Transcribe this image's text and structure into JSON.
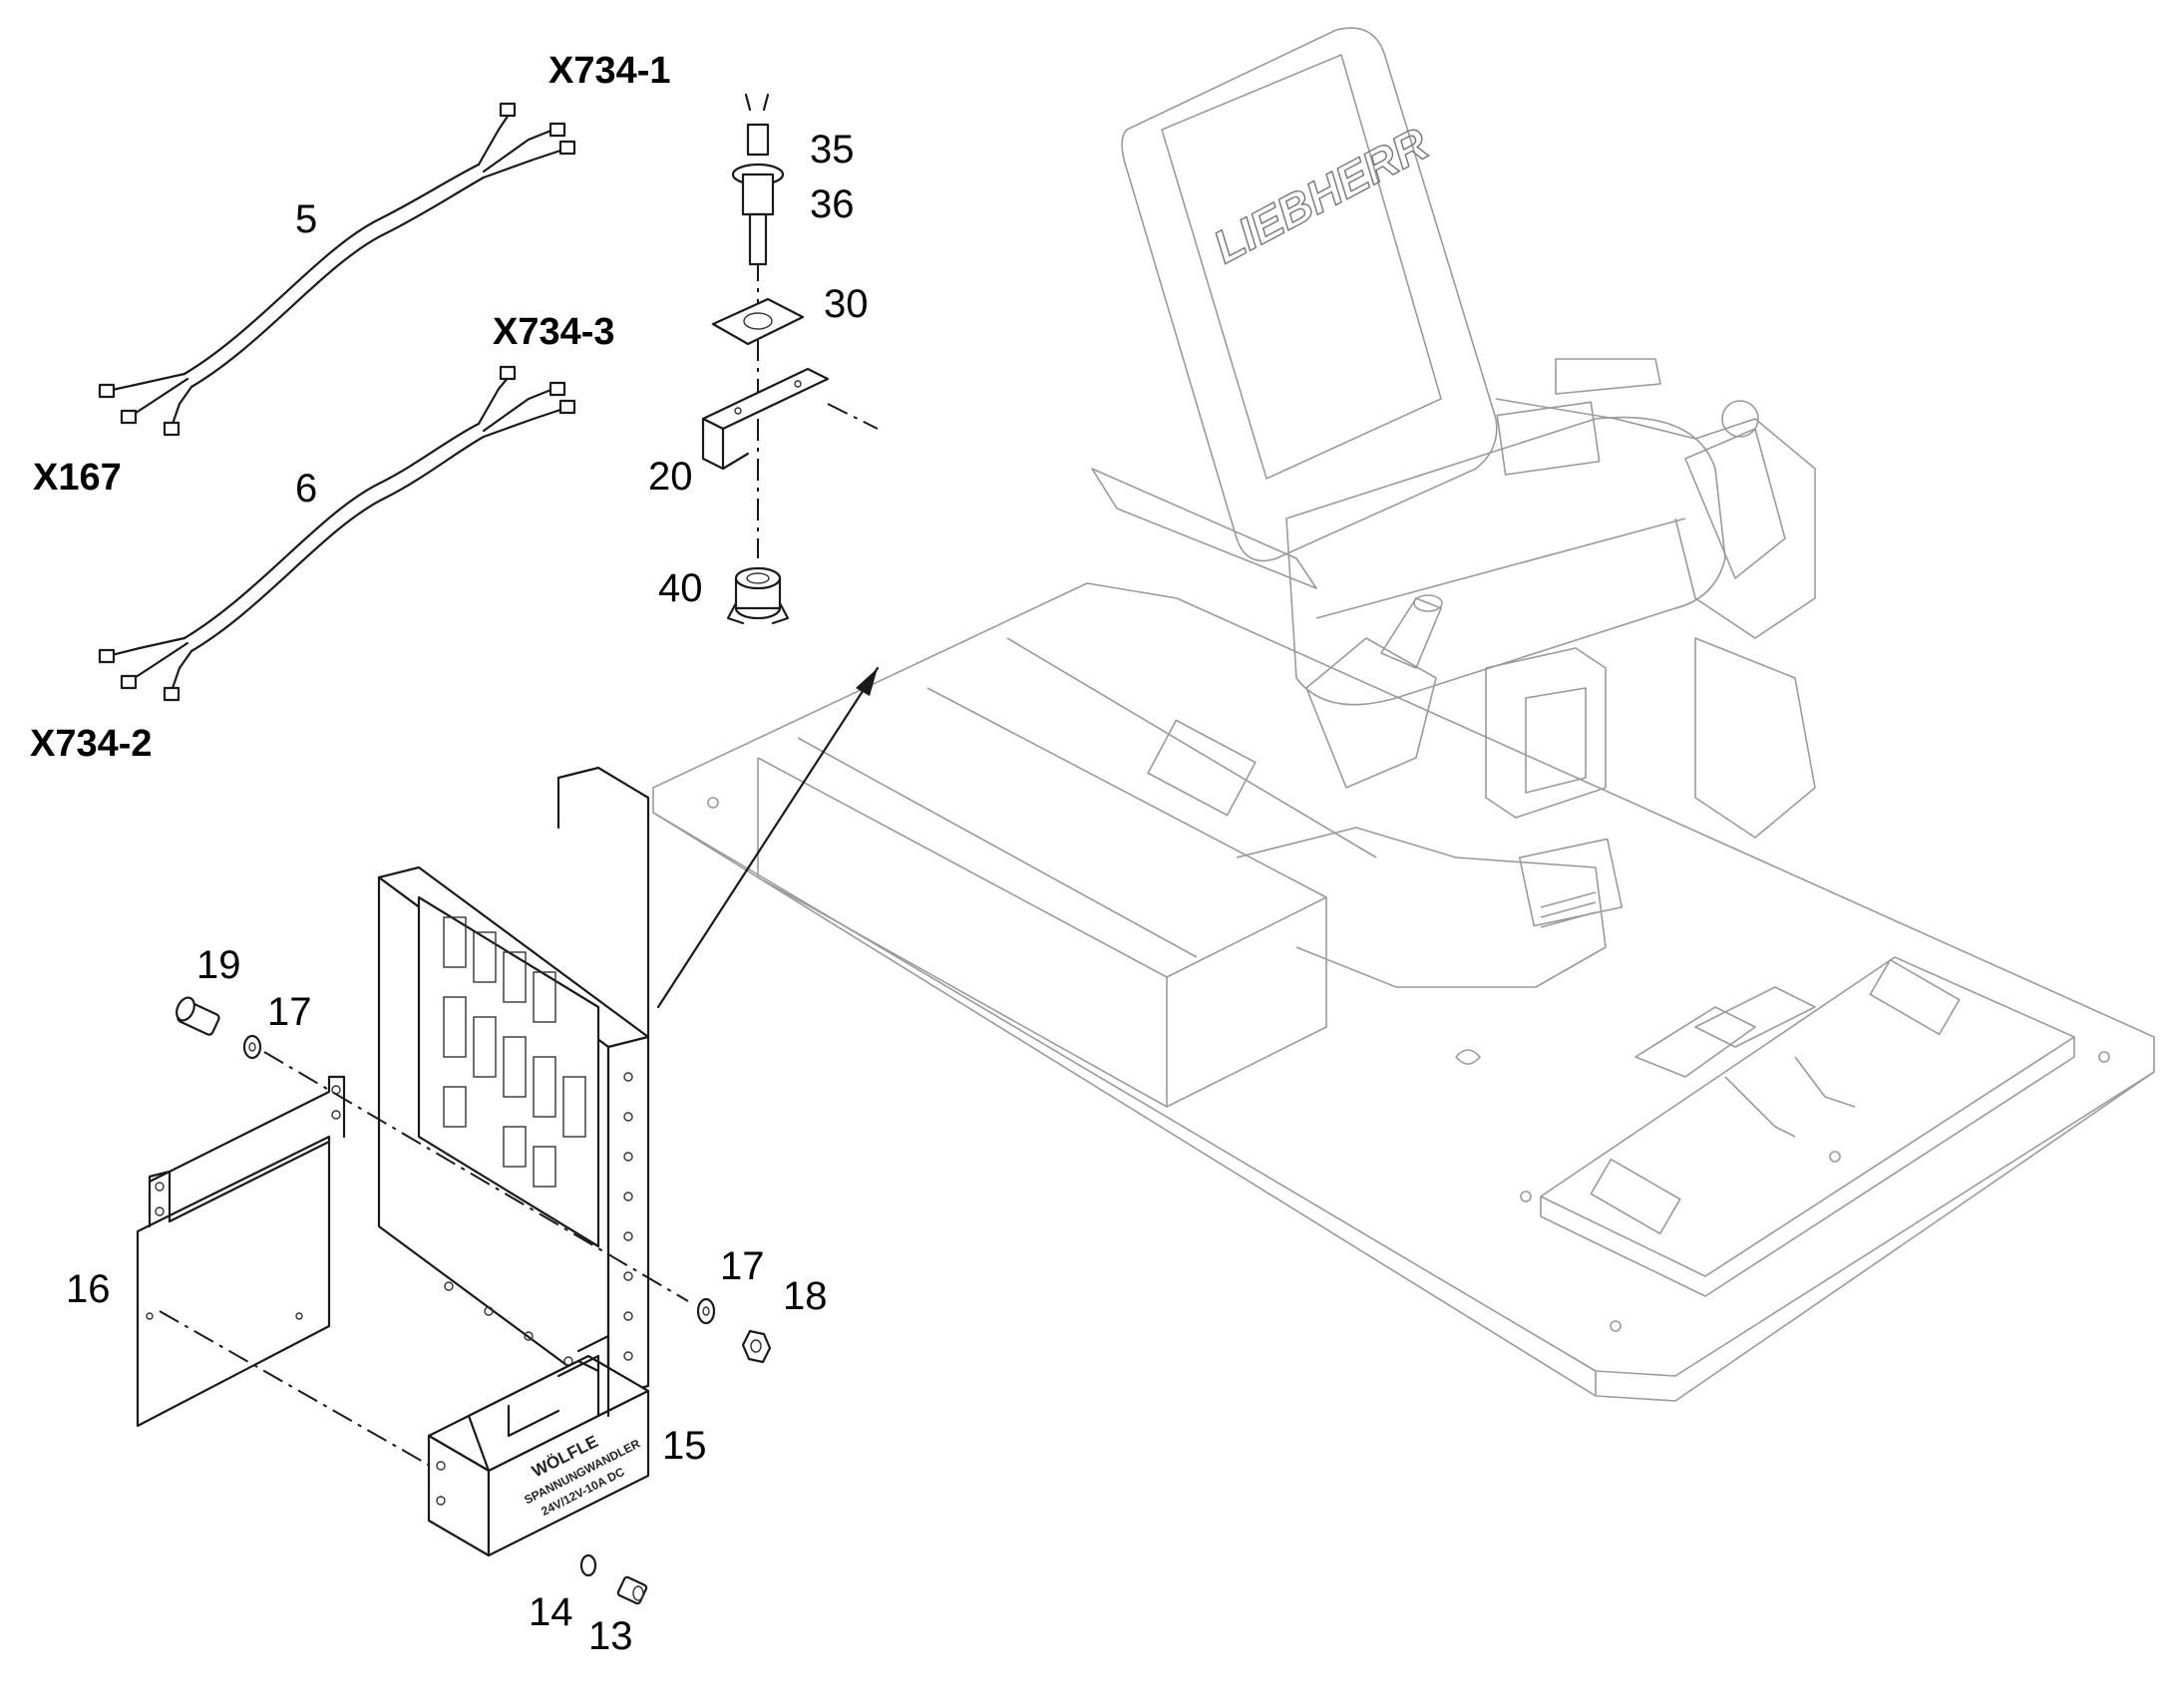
{
  "diagram": {
    "part_labels": {
      "p5": "5",
      "p6": "6",
      "p13": "13",
      "p14": "14",
      "p15": "15",
      "p16": "16",
      "p17a": "17",
      "p17b": "17",
      "p18": "18",
      "p19": "19",
      "p20": "20",
      "p30": "30",
      "p35": "35",
      "p36": "36",
      "p40": "40"
    },
    "connector_labels": {
      "x734_1": "X734-1",
      "x734_2": "X734-2",
      "x734_3": "X734-3",
      "x167": "X167"
    },
    "seat_brand": "LIEBHERR",
    "converter_plate": {
      "brand": "WÖLFLE",
      "line1": "SPANNUNGWANDLER",
      "line2": "24V/12V-10A  DC"
    }
  }
}
